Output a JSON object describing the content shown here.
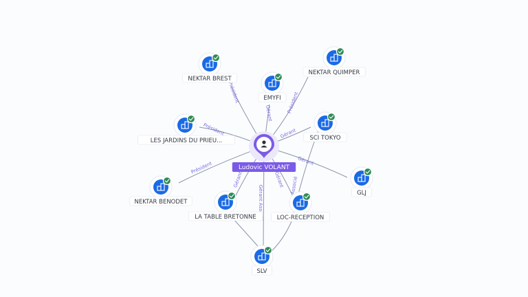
{
  "center": {
    "name": "Ludovic VOLANT",
    "icon": "person-icon",
    "color": "#7b5be6"
  },
  "companies": [
    {
      "id": "nektar-brest",
      "name": "NEKTAR BREST",
      "role": "Président",
      "icon": "building-icon",
      "status": "verified"
    },
    {
      "id": "emyfi",
      "name": "EMYFI",
      "role": "Gérant",
      "icon": "building-icon",
      "status": "verified"
    },
    {
      "id": "nektar-quimper",
      "name": "NEKTAR QUIMPER",
      "role": "Président",
      "icon": "building-icon",
      "status": "verified"
    },
    {
      "id": "les-jardins",
      "name": "LES JARDINS DU PRIEU...",
      "role": "Président",
      "icon": "building-icon",
      "status": "verified"
    },
    {
      "id": "sci-tokyo",
      "name": "SCI TOKYO",
      "role": "Gérant",
      "icon": "building-icon",
      "status": "verified"
    },
    {
      "id": "glj",
      "name": "GLJ",
      "role": "Gérant",
      "icon": "building-icon",
      "status": "verified"
    },
    {
      "id": "nektar-benodet",
      "name": "NEKTAR BENODET",
      "role": "Président",
      "icon": "building-icon",
      "status": "verified"
    },
    {
      "id": "la-table",
      "name": "LA TABLE BRETONNE",
      "role": "Gérant",
      "icon": "building-icon",
      "status": "verified"
    },
    {
      "id": "loc-reception",
      "name": "LOC-RECEPTION",
      "role": "Gérant",
      "icon": "building-icon",
      "status": "verified"
    },
    {
      "id": "slv",
      "name": "SLV",
      "role": "Gérant Associé",
      "icon": "building-icon",
      "status": "verified"
    }
  ],
  "secondary_labels": [
    "Associé"
  ],
  "colors": {
    "company": "#1a6ae6",
    "verified": "#2e8b57",
    "edge_label": "#7a6fe0"
  }
}
